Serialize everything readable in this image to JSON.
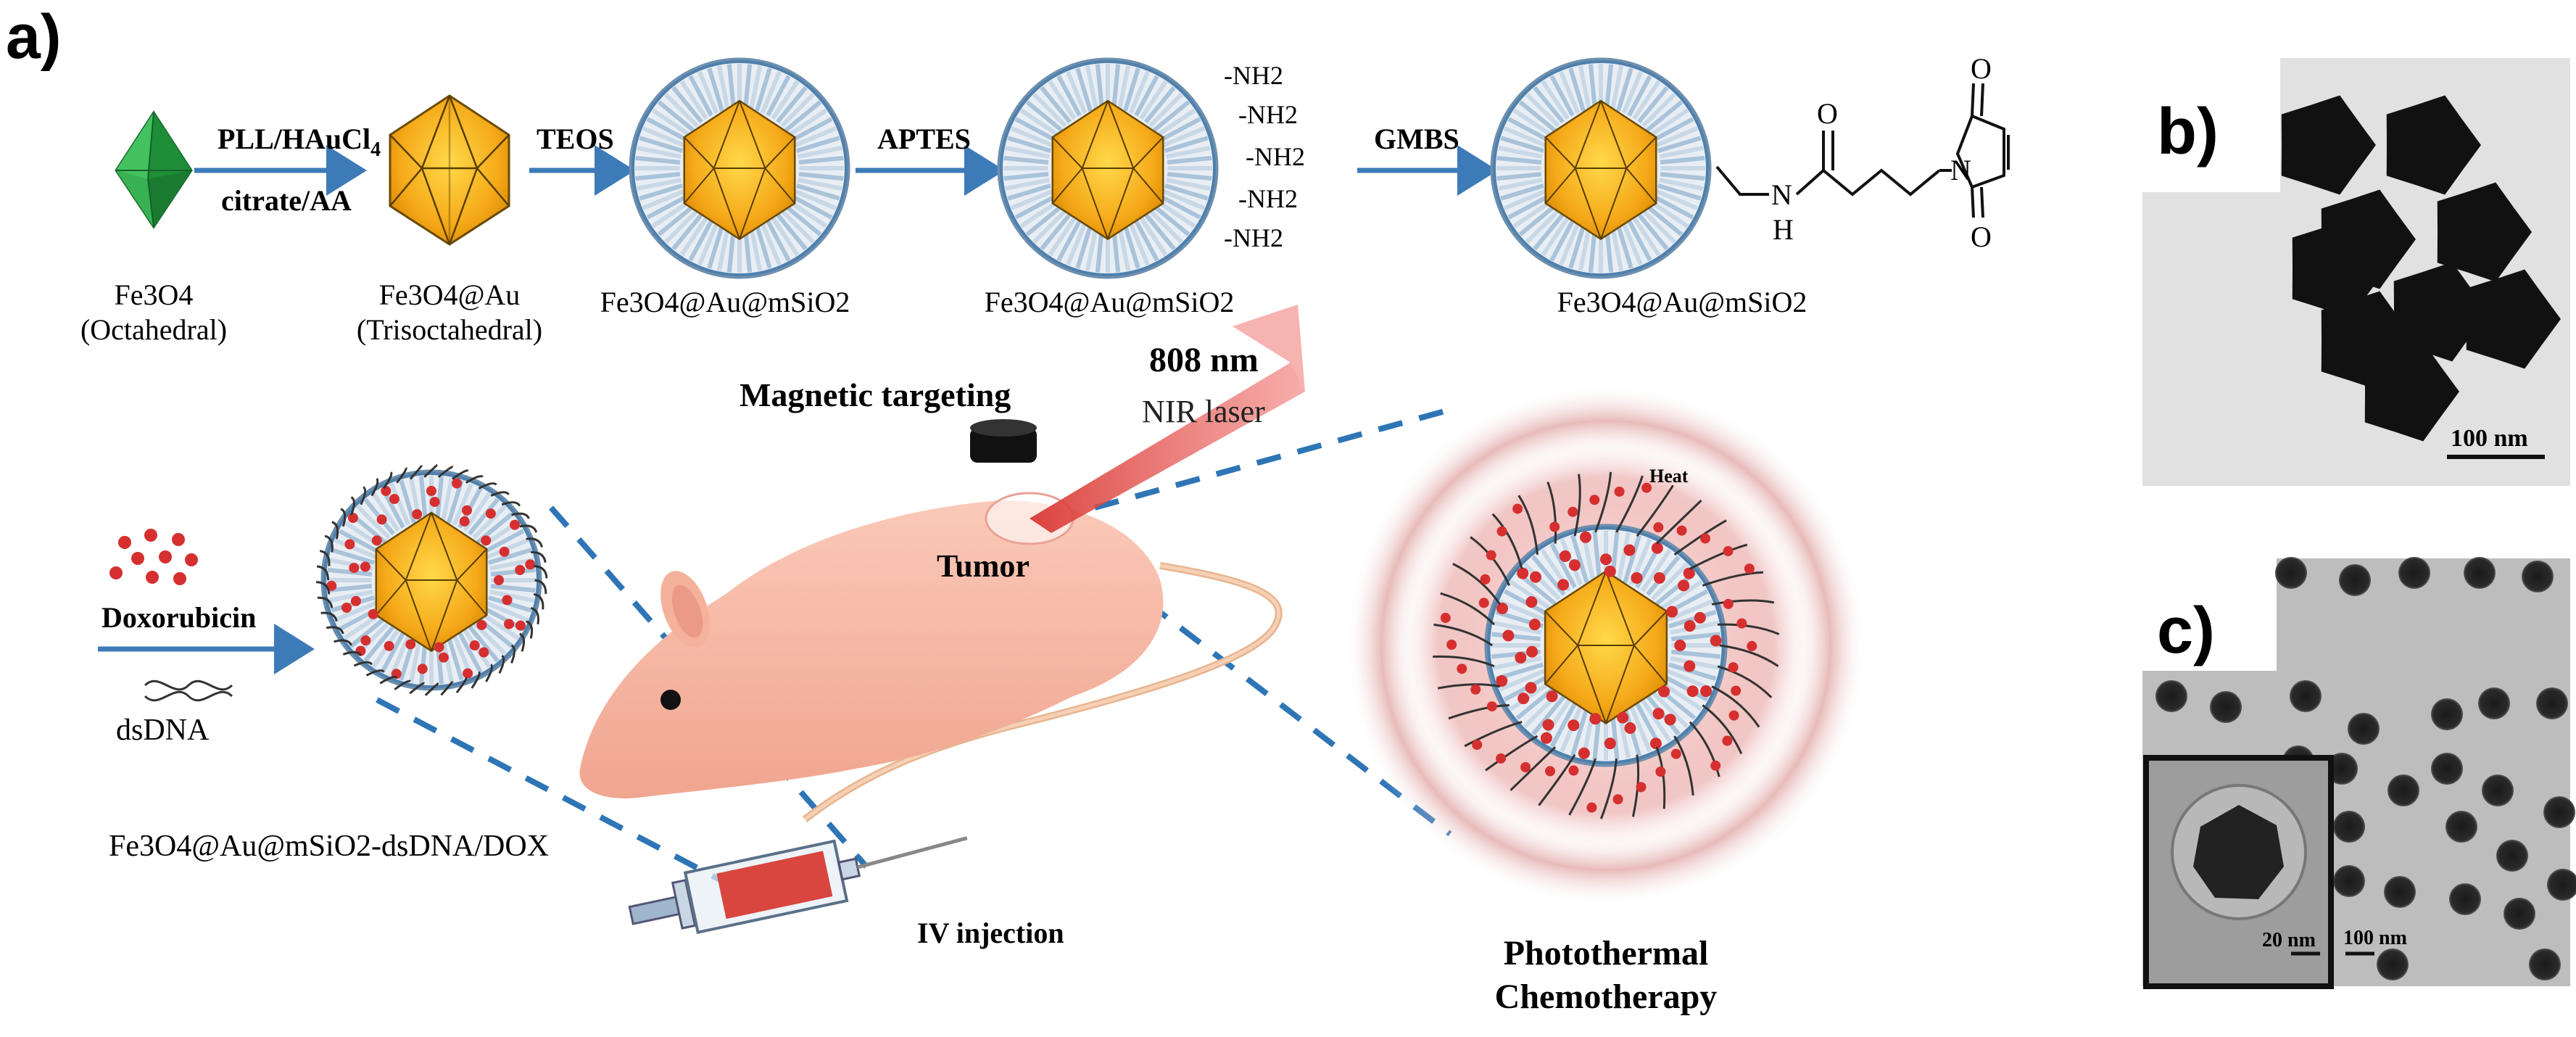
{
  "panel_labels": {
    "a": "a)",
    "b": "b)",
    "c": "c)"
  },
  "synthesis": {
    "step1": {
      "top": "PLL/HAuCl",
      "top_sub": "4",
      "bottom": "citrate/AA"
    },
    "step2": "TEOS",
    "step3": "APTES",
    "step4": "GMBS",
    "amines": [
      "-NH2",
      "-NH2",
      "-NH2",
      "-NH2",
      "-NH2"
    ],
    "captions": [
      {
        "line1": "Fe3O4",
        "line2": "(Octahedral)"
      },
      {
        "line1": "Fe3O4@Au",
        "line2": "(Trisoctahedral)"
      },
      {
        "line1": "Fe3O4@Au@mSiO2"
      },
      {
        "line1": "Fe3O4@Au@mSiO2"
      },
      {
        "line1": "Fe3O4@Au@mSiO2"
      }
    ],
    "linker_atoms": {
      "o1": "O",
      "n1": "N",
      "h1": "H",
      "n2": "N",
      "o2": "O",
      "o3": "O"
    }
  },
  "loading": {
    "doxorubicin": "Doxorubicin",
    "dsdna": "dsDNA",
    "caption": "Fe3O4@Au@mSiO2-dsDNA/DOX"
  },
  "treatment": {
    "magnetic_targeting": "Magnetic targeting",
    "laser_nm": "808 nm",
    "laser_type": "NIR laser",
    "tumor": "Tumor",
    "iv_injection": "IV injection",
    "heat": "Heat",
    "therapy_line1": "Photothermal",
    "therapy_line2": "Chemotherapy"
  },
  "tem": {
    "b_scale": "100 nm",
    "c_scale": "100 nm",
    "c_inset_scale": "20 nm"
  },
  "colors": {
    "arrow": "#3d7ab8",
    "dashed": "#2e75b6",
    "gold": "#f2a516",
    "gold_light": "#ffd34d",
    "silica_ring": "#8fb7d8",
    "dox_red": "#d62f2f",
    "octahedron_green": "#2aa646",
    "mouse_body": "#f6b8a6",
    "laser_red": "#e8403d",
    "magnet": "#111111"
  }
}
